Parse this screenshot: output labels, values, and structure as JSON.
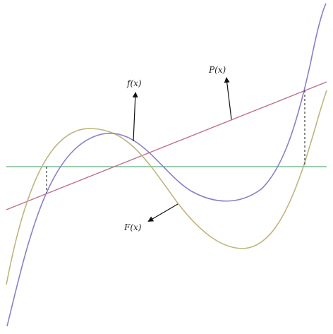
{
  "labels": {
    "f": "f(x)",
    "P": "P(x)",
    "F": "F(x)"
  },
  "colors": {
    "f_curve": "#8b7fc8",
    "F_curve": "#bfb57d",
    "P_line": "#c0708f",
    "axis": "#5fae7f",
    "arrow": "#111111",
    "dashed": "#111111"
  }
}
